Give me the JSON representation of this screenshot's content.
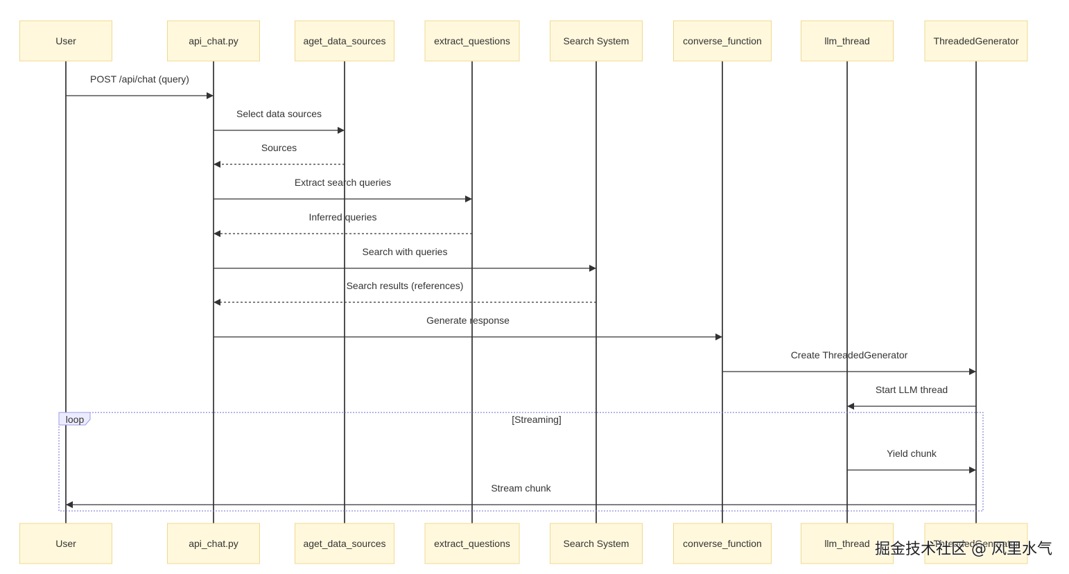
{
  "participants": [
    {
      "id": "user",
      "label": "User"
    },
    {
      "id": "api",
      "label": "api_chat.py"
    },
    {
      "id": "ads",
      "label": "aget_data_sources"
    },
    {
      "id": "eq",
      "label": "extract_questions"
    },
    {
      "id": "ss",
      "label": "Search System"
    },
    {
      "id": "cf",
      "label": "converse_function"
    },
    {
      "id": "llm",
      "label": "llm_thread"
    },
    {
      "id": "tg",
      "label": "ThreadedGenerator"
    }
  ],
  "messages": [
    {
      "from": "user",
      "to": "api",
      "text": "POST /api/chat (query)",
      "style": "solid"
    },
    {
      "from": "api",
      "to": "ads",
      "text": "Select data sources",
      "style": "solid"
    },
    {
      "from": "ads",
      "to": "api",
      "text": "Sources",
      "style": "dashed"
    },
    {
      "from": "api",
      "to": "eq",
      "text": "Extract search queries",
      "style": "solid"
    },
    {
      "from": "eq",
      "to": "api",
      "text": "Inferred queries",
      "style": "dashed"
    },
    {
      "from": "api",
      "to": "ss",
      "text": "Search with queries",
      "style": "solid"
    },
    {
      "from": "ss",
      "to": "api",
      "text": "Search results (references)",
      "style": "dashed"
    },
    {
      "from": "api",
      "to": "cf",
      "text": "Generate response",
      "style": "solid"
    },
    {
      "from": "cf",
      "to": "tg",
      "text": "Create ThreadedGenerator",
      "style": "solid"
    },
    {
      "from": "tg",
      "to": "llm",
      "text": "Start LLM thread",
      "style": "solid"
    },
    {
      "from": "llm",
      "to": "tg",
      "text": "Yield chunk",
      "style": "solid"
    },
    {
      "from": "tg",
      "to": "user",
      "text": "Stream chunk",
      "style": "solid"
    }
  ],
  "loop": {
    "label": "loop",
    "condition": "[Streaming]"
  },
  "watermark": "掘金技术社区 @ 风里水气"
}
